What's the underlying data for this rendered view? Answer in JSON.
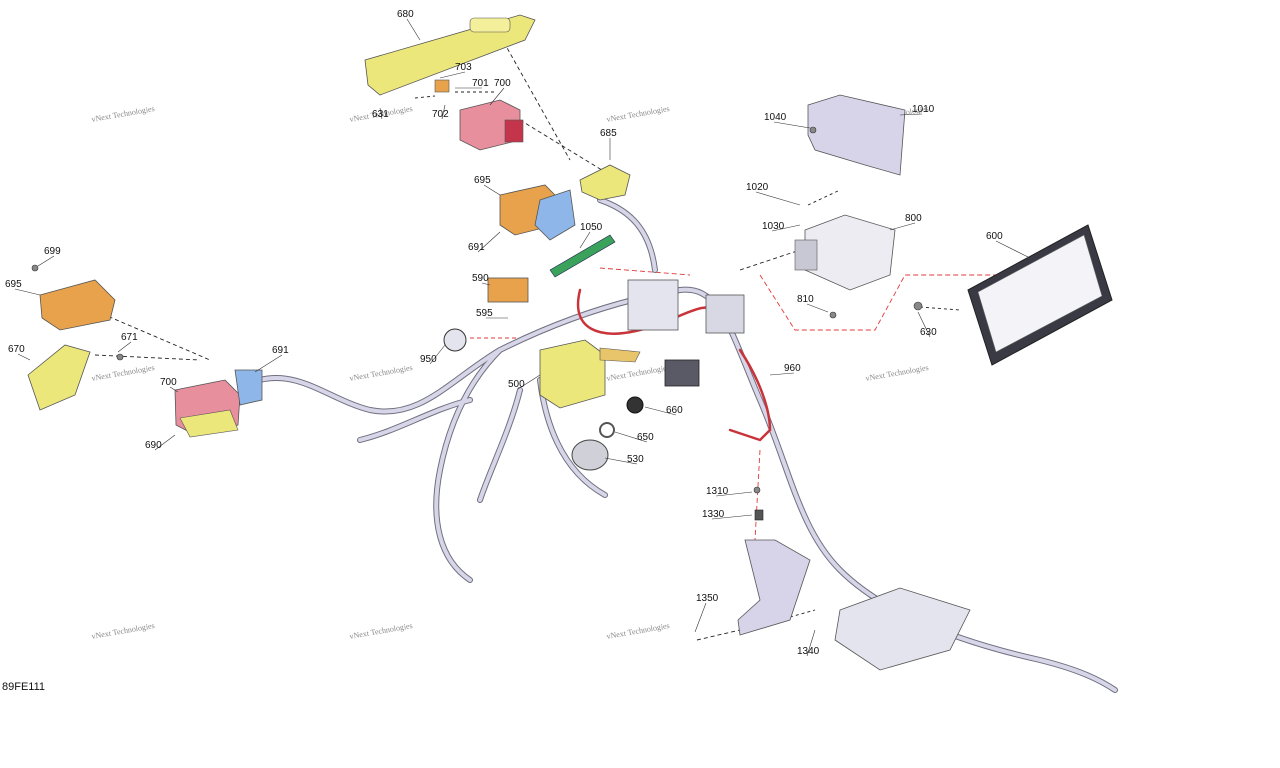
{
  "diagram_id": "89FE111",
  "watermark": "vNext Technologies",
  "colors": {
    "harness": "#c9c9de",
    "harness_edge": "#707080",
    "yellow_part": "#ece77a",
    "orange_part": "#e8a24c",
    "pink_part": "#e88f9e",
    "blue_part": "#8fb6e8",
    "red_wire": "#c8343a",
    "green_part": "#3aa25a",
    "bracket": "#d7d4ea",
    "dash_black": "#222222",
    "dash_red": "#e23a3a"
  },
  "callouts": [
    {
      "id": "c680",
      "text": "680"
    },
    {
      "id": "c703",
      "text": "703"
    },
    {
      "id": "c701",
      "text": "701"
    },
    {
      "id": "c700a",
      "text": "700"
    },
    {
      "id": "c631",
      "text": "631"
    },
    {
      "id": "c702",
      "text": "702"
    },
    {
      "id": "c685",
      "text": "685"
    },
    {
      "id": "c695a",
      "text": "695"
    },
    {
      "id": "c691a",
      "text": "691"
    },
    {
      "id": "c1050",
      "text": "1050"
    },
    {
      "id": "c590",
      "text": "590"
    },
    {
      "id": "c595",
      "text": "595"
    },
    {
      "id": "c950",
      "text": "950"
    },
    {
      "id": "c500",
      "text": "500"
    },
    {
      "id": "c660",
      "text": "660"
    },
    {
      "id": "c650",
      "text": "650"
    },
    {
      "id": "c530",
      "text": "530"
    },
    {
      "id": "c699",
      "text": "699"
    },
    {
      "id": "c695b",
      "text": "695"
    },
    {
      "id": "c671",
      "text": "671"
    },
    {
      "id": "c670",
      "text": "670"
    },
    {
      "id": "c691b",
      "text": "691"
    },
    {
      "id": "c700b",
      "text": "700"
    },
    {
      "id": "c690",
      "text": "690"
    },
    {
      "id": "c1040",
      "text": "1040"
    },
    {
      "id": "c1010",
      "text": "1010"
    },
    {
      "id": "c1020",
      "text": "1020"
    },
    {
      "id": "c1030",
      "text": "1030"
    },
    {
      "id": "c800",
      "text": "800"
    },
    {
      "id": "c810",
      "text": "810"
    },
    {
      "id": "c600",
      "text": "600"
    },
    {
      "id": "c630",
      "text": "630"
    },
    {
      "id": "c960",
      "text": "960"
    },
    {
      "id": "c1310",
      "text": "1310"
    },
    {
      "id": "c1330",
      "text": "1330"
    },
    {
      "id": "c1350",
      "text": "1350"
    },
    {
      "id": "c1340",
      "text": "1340"
    }
  ]
}
